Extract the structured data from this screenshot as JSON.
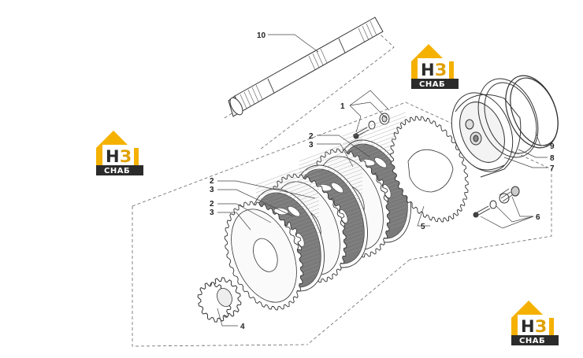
{
  "colors": {
    "line": "#333333",
    "thin": "#555555",
    "friction": "#6f6f6f",
    "logo_yellow": "#f5b100",
    "logo_dark": "#2b2b2b",
    "logo_accent": "#e0a000"
  },
  "logos": [
    {
      "name": "logo-top-center",
      "h_letter": "Н",
      "e_letter": "З",
      "word": "СНАБ"
    },
    {
      "name": "logo-left",
      "h_letter": "Н",
      "e_letter": "З",
      "word": "СНАБ"
    },
    {
      "name": "logo-bottom-right",
      "h_letter": "Н",
      "e_letter": "З",
      "word": "СНАБ"
    }
  ],
  "callouts": {
    "c10": "10",
    "c1": "1",
    "c2a": "2",
    "c3a": "3",
    "c2b": "2",
    "c3b": "3",
    "c2c": "2",
    "c3c": "3",
    "c4": "4",
    "c5": "5",
    "c6": "6",
    "c7": "7",
    "c8": "8",
    "c9": "9"
  }
}
